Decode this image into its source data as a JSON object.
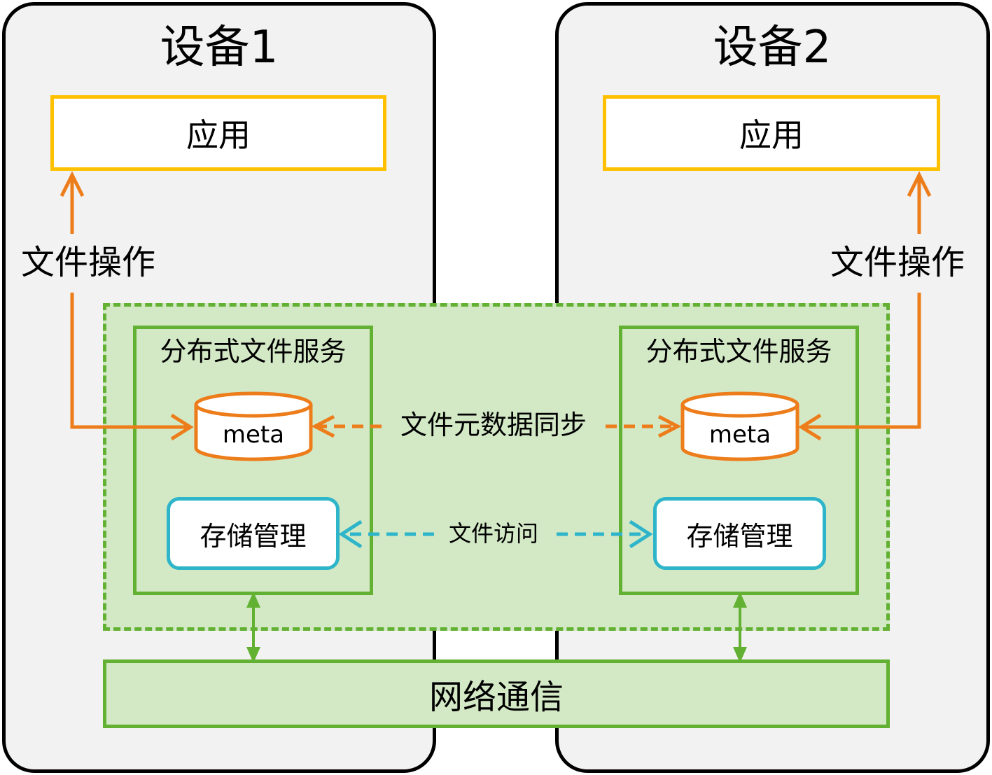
{
  "device1": {
    "title": "设备1",
    "app": "应用",
    "file_op": "文件操作"
  },
  "device2": {
    "title": "设备2",
    "app": "应用",
    "file_op": "文件操作"
  },
  "service1": {
    "title": "分布式文件服务",
    "meta": "meta",
    "storage": "存储管理"
  },
  "service2": {
    "title": "分布式文件服务",
    "meta": "meta",
    "storage": "存储管理"
  },
  "links": {
    "metadata_sync": "文件元数据同步",
    "file_access": "文件访问"
  },
  "network": {
    "label": "网络通信"
  },
  "colors": {
    "device_border": "#000000",
    "device_fill": "#f2f2f2",
    "app_border": "#ffc000",
    "service_green": "#63b132",
    "service_fill": "#d3e9c6",
    "meta_orange": "#ed7d1b",
    "storage_teal": "#2eb5c9"
  }
}
